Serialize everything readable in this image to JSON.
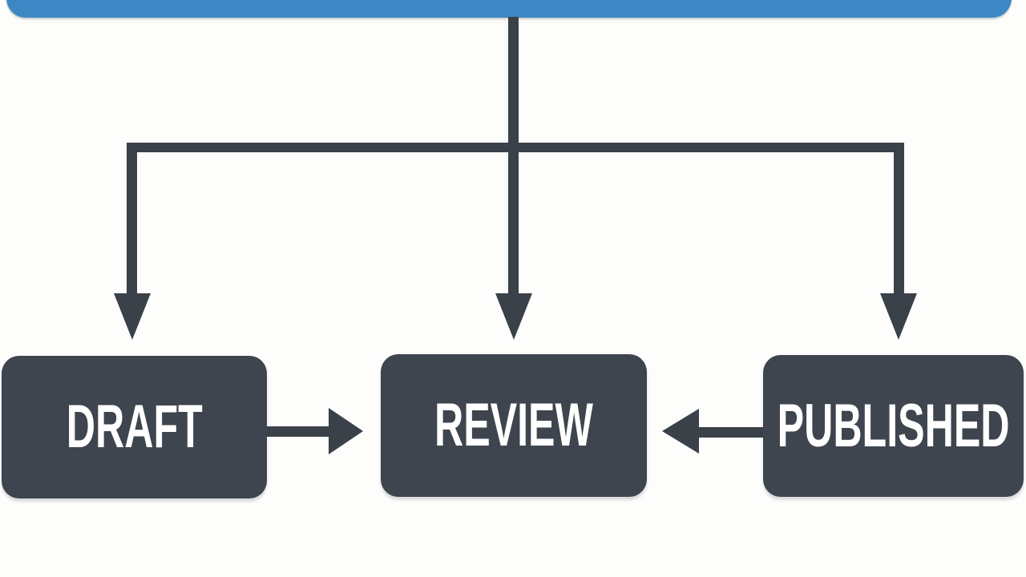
{
  "diagram": {
    "type": "flowchart",
    "top_bar": {
      "description": "blue header bar, partially cut off at top of image",
      "color": "#3d87c4"
    },
    "nodes": [
      {
        "id": "draft",
        "label": "DRAFT"
      },
      {
        "id": "review",
        "label": "REVIEW"
      },
      {
        "id": "published",
        "label": "PUBLISHED"
      }
    ],
    "edges": [
      {
        "from": "top-bar",
        "to": "draft",
        "type": "arrow-down"
      },
      {
        "from": "top-bar",
        "to": "review",
        "type": "arrow-down"
      },
      {
        "from": "top-bar",
        "to": "published",
        "type": "arrow-down"
      },
      {
        "from": "draft",
        "to": "review",
        "type": "arrow-right"
      },
      {
        "from": "published",
        "to": "review",
        "type": "arrow-left"
      }
    ],
    "colors": {
      "accent_blue": "#3d87c4",
      "node_fill": "#3e454e",
      "connector": "#3a4149",
      "text": "#ffffff",
      "background": "#fdfdfc"
    }
  }
}
